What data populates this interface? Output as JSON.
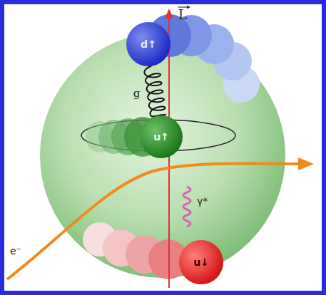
{
  "diagram": {
    "nodes": [
      {
        "text": [
          "d↑"
        ]
      },
      {
        "text": [
          "u↑"
        ]
      },
      {
        "text": [
          "u↓"
        ]
      }
    ],
    "edges": [
      {
        "from": 0,
        "to": 1,
        "label": "g",
        "arrow": "none"
      }
    ],
    "labels": [
      "L",
      "e⁻",
      "γ*"
    ]
  }
}
